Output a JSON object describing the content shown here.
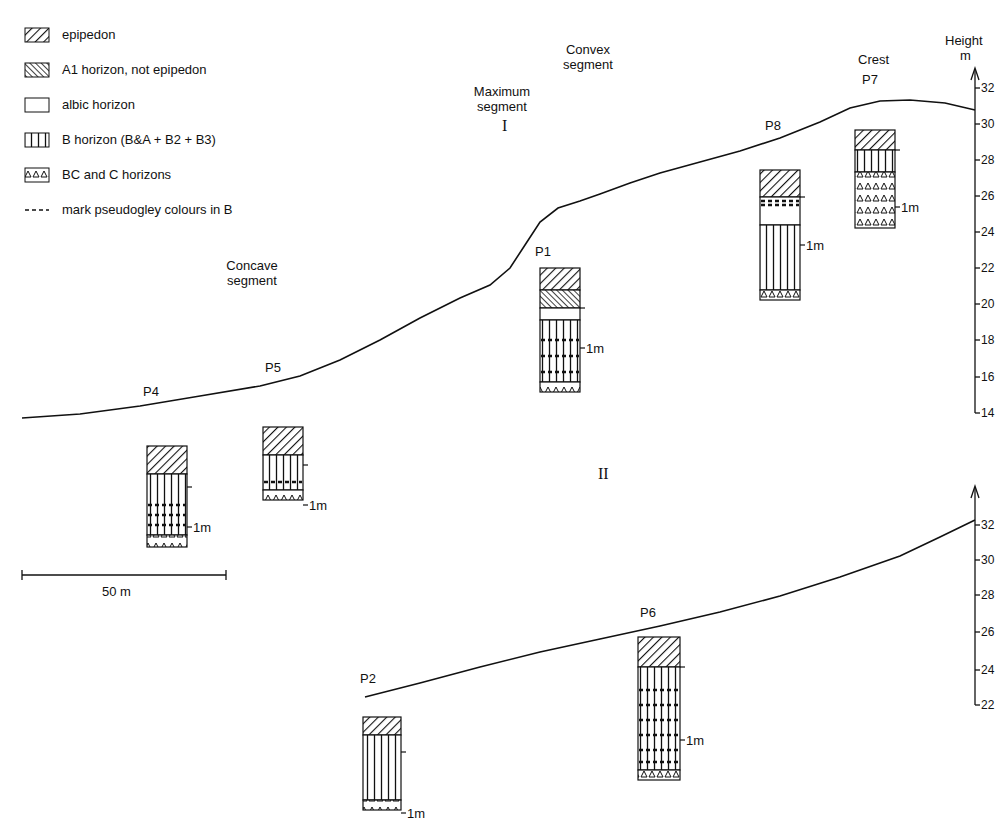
{
  "diagram": {
    "labels": [
      "Height",
      "m",
      "32",
      "30",
      "28",
      "26",
      "24",
      "22",
      "20",
      "18",
      "16",
      "14",
      "Crest",
      "P7",
      "1m",
      "Convex segment",
      "P8",
      "1m",
      "I",
      "Maximum segment",
      "P1",
      "1m",
      "Concave segment",
      "P5",
      "1m",
      "P4",
      "1m",
      "50 m",
      "II",
      "32",
      "30",
      "28",
      "26",
      "24",
      "22",
      "P6",
      "1m",
      "P2",
      "1m"
    ],
    "legend": [
      {
        "text": "epipedon"
      },
      {
        "text": "A1 horizon, not epipedon"
      },
      {
        "text": "albic horizon"
      },
      {
        "text": "B horizon (B&A + B2 + B3)"
      },
      {
        "text": "BC and C horizons"
      },
      {
        "text": "mark pseudogley colours in B"
      }
    ]
  }
}
